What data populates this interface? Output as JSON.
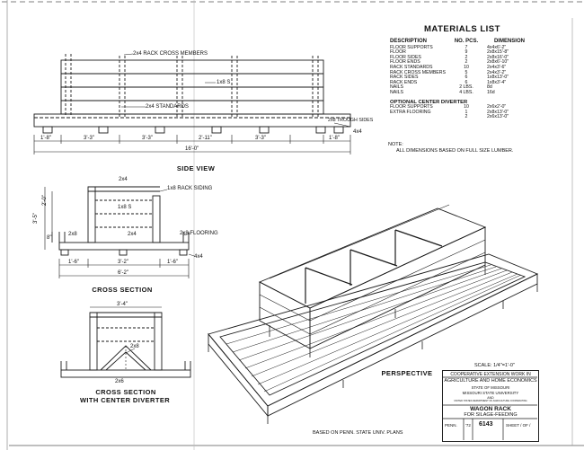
{
  "materials": {
    "title": "MATERIALS LIST",
    "headers": [
      "DESCRIPTION",
      "NO. PCS.",
      "DIMENSION"
    ],
    "rows": [
      [
        "FLOOR SUPPORTS",
        "7",
        "4x4x6'-2\""
      ],
      [
        "FLOOR",
        "9",
        "2x8x15'-8\""
      ],
      [
        "FLOOR SIDES",
        "2",
        "2x8x16'-0\""
      ],
      [
        "FLOOR ENDS",
        "2",
        "2x8x6'-10\""
      ],
      [
        "RACK STANDARDS",
        "10",
        "2x4x3'-6\""
      ],
      [
        "RACK CROSS MEMBERS",
        "5",
        "2x4x3'-2\""
      ],
      [
        "RACK SIDES",
        "6",
        "1x8x13'-0\""
      ],
      [
        "RACK ENDS",
        "6",
        "1x8x3'-4\""
      ],
      [
        "NAILS",
        "2 LBS.",
        "8d"
      ],
      [
        "NAILS",
        "4 LBS.",
        "16d"
      ]
    ],
    "optional_title": "OPTIONAL CENTER DIVERTER",
    "optional_rows": [
      [
        "FLOOR SUPPORTS",
        "10",
        "2x6x2'-0\""
      ],
      [
        "EXTRA FLOORING",
        "1",
        "2x8x13'-0\""
      ],
      [
        "",
        "2",
        "2x6x13'-0\""
      ]
    ]
  },
  "note": {
    "label": "NOTE:",
    "text": "ALL DIMENSIONS BASED ON FULL SIZE LUMBER."
  },
  "side_view": {
    "label": "SIDE VIEW",
    "callouts": {
      "cross_members": "2x4 RACK CROSS MEMBERS",
      "standards": "2x4 STANDARDS",
      "rack_sides": "1x8 S",
      "trough_sides": "2x8 TROUGH SIDES",
      "support": "4x4"
    },
    "dims": [
      "1'-8\"",
      "3'-3\"",
      "3'-3\"",
      "2'-11\"",
      "3'-3\"",
      "1'-8\""
    ],
    "overall": "16'-0\""
  },
  "cross_section": {
    "label": "CROSS SECTION",
    "callouts": {
      "top": "2x4",
      "rack_siding": "1x8 RACK SIDING",
      "inner": "1x8 S",
      "left_2x8": "2x8",
      "mid_2x4": "2x4",
      "flooring": "2x8 FLOORING",
      "support": "4x4"
    },
    "heights": [
      "3'-5\"",
      "2'-0\"",
      "8\""
    ],
    "dims": [
      "1'-6\"",
      "3'-2\"",
      "1'-6\""
    ],
    "overall": "6'-2\""
  },
  "diverter": {
    "label": "CROSS SECTION",
    "label2": "WITH CENTER DIVERTER",
    "top_dim": "3'-4\"",
    "callout_2x8": "2x8",
    "callout_2x6": "2x6"
  },
  "perspective": {
    "label": "PERSPECTIVE"
  },
  "title_block": {
    "scale": "SCALE: 1/4\"=1'-0\"",
    "line1": "COOPERATIVE EXTENSION WORK IN",
    "line2": "AGRICULTURE AND HOME ECONOMICS",
    "line3": "STATE OF MISSOURI",
    "line4": "MISSOURI STATE UNIVERSITY",
    "line5": "AND",
    "line6": "UNITED STATES DEPARTMENT OF AGRICULTURE COOPERATING",
    "title": "WAGON RACK",
    "subtitle": "FOR SILAGE-FEEDING",
    "penn": "PENN.",
    "year": "'72",
    "number": "6143",
    "sheet": "SHEET / OF /"
  },
  "footer": "BASED ON PENN. STATE UNIV. PLANS"
}
